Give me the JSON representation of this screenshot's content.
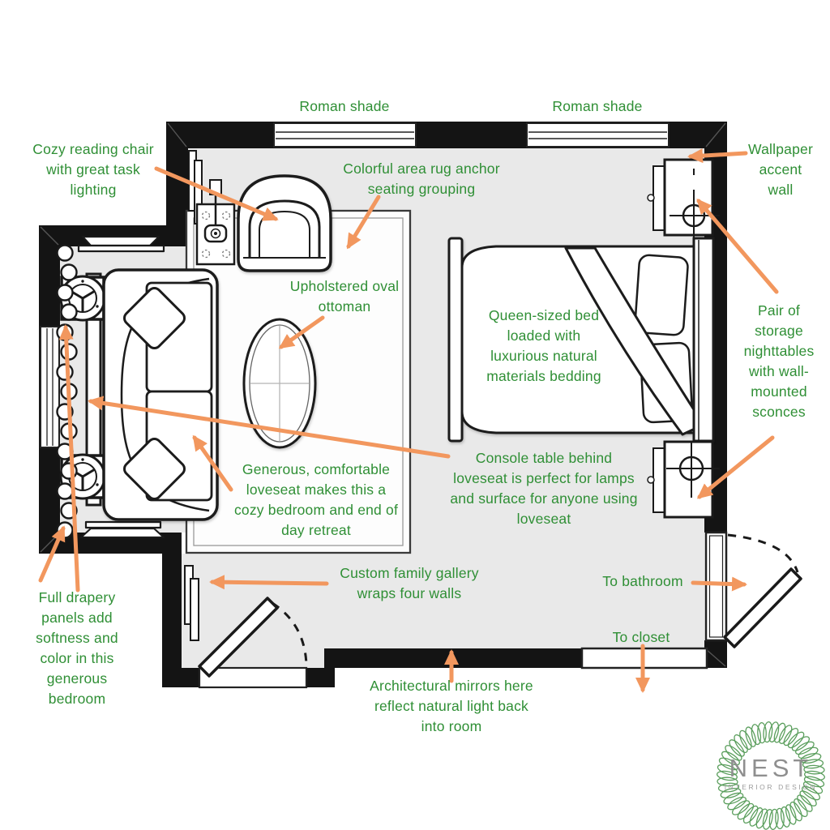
{
  "colors": {
    "annotation_green": "#2f8f35",
    "arrow_orange": "#f2975e",
    "wall_black": "#141414",
    "floor_gray": "#e9e9e9",
    "furniture_outline": "#1a1a1a",
    "logo_ring_green": "#5a9e5c",
    "logo_text_gray": "#8f8f8f"
  },
  "annotations": {
    "roman_shade_left": "Roman shade",
    "roman_shade_right": "Roman shade",
    "reading_chair": "Cozy reading chair\nwith great task\nlighting",
    "area_rug": "Colorful area rug anchor\nseating grouping",
    "wallpaper": "Wallpaper\naccent wall",
    "ottoman": "Upholstered oval\nottoman",
    "bed": "Queen-sized bed\nloaded with\nluxurious natural\nmaterials bedding",
    "nighttables": "Pair of\nstorage\nnighttables\nwith wall-\nmounted\nsconces",
    "loveseat": "Generous, comfortable\nloveseat makes this a\ncozy bedroom and end of\nday retreat",
    "console": "Console table behind\nloveseat is perfect for lamps\nand surface for anyone using\nloveseat",
    "gallery": "Custom family gallery\nwraps four walls",
    "bathroom": "To bathroom",
    "closet": "To closet",
    "drapery": "Full drapery\npanels add\nsoftness and\ncolor in this\ngenerous\nbedroom",
    "mirrors": "Architectural mirrors here\nreflect natural light back\ninto room"
  },
  "logo": {
    "name": "NEST",
    "tagline": "INTERIOR DESIGN"
  },
  "plan_elements": [
    "queen-bed",
    "loveseat",
    "oval-ottoman",
    "area-rug",
    "reading-chair",
    "task-lamp-table",
    "nightstand-top",
    "nightstand-bottom",
    "console-table",
    "lamp-table-top",
    "lamp-table-bottom",
    "drapery-panels",
    "roman-shade-window-left",
    "roman-shade-window-right",
    "side-window",
    "bathroom-door",
    "entry-door",
    "closet-opening"
  ]
}
